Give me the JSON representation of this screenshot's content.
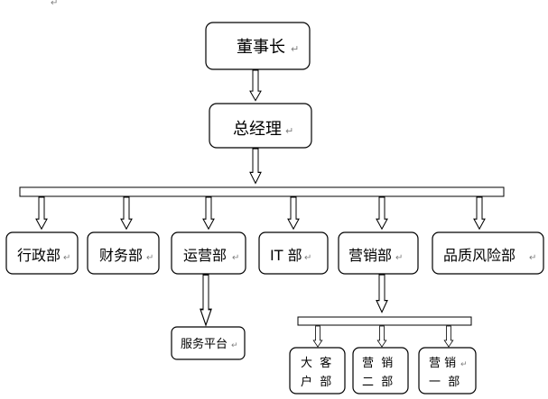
{
  "nodes": {
    "chairman": "董事长",
    "gm": "总经理",
    "admin": "行政部",
    "finance": "财务部",
    "operations": "运营部",
    "it": "IT 部",
    "marketing": "营销部",
    "quality": "品质风险部",
    "service_platform": "服务平台",
    "key_accounts": [
      "大  客",
      "户  部"
    ],
    "marketing2": [
      "营  销",
      "二  部"
    ],
    "marketing1": [
      "营 销",
      "一  部"
    ]
  },
  "paragraph_mark": "↵"
}
